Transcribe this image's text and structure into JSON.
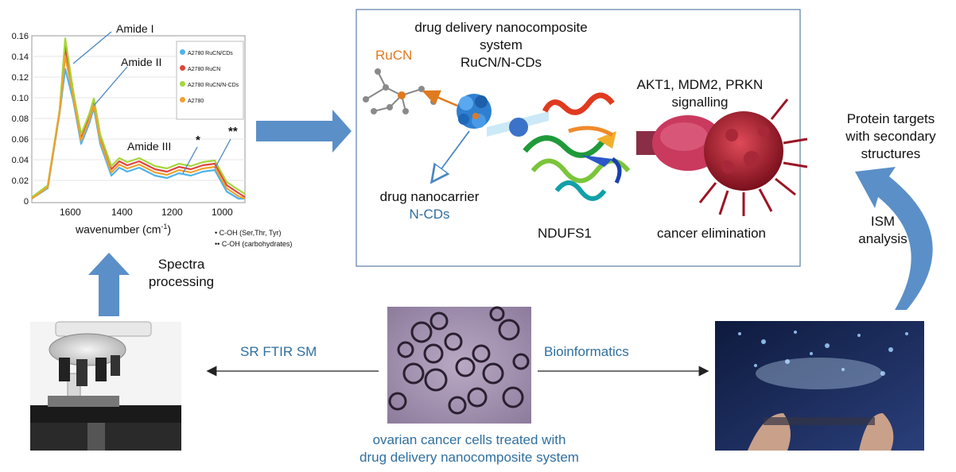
{
  "spectrum": {
    "y_ticks": [
      "0.16",
      "0.14",
      "0.12",
      "0.10",
      "0.08",
      "0.06",
      "0.04",
      "0.02",
      "0"
    ],
    "x_ticks": [
      "1600",
      "1400",
      "1200",
      "1000"
    ],
    "x_axis_label": "wavenumber (cm",
    "x_axis_sup": "-1",
    "x_axis_close": ")",
    "annotations": {
      "amide1": "Amide I",
      "amide2": "Amide II",
      "amide3": "Amide III",
      "star1": "*",
      "star2": "**"
    },
    "legend": [
      {
        "name": "A2780 RuCN/CDs",
        "color": "#4fb3e8"
      },
      {
        "name": "A2780 RuCN",
        "color": "#e0443c"
      },
      {
        "name": "A2780 RuCN/N-CDs",
        "color": "#a6d63c"
      },
      {
        "name": "A2780",
        "color": "#f0a030"
      }
    ],
    "footnote1": "C-OH (Ser,Thr, Tyr)",
    "footnote2": "C-OH (carbohydrates)"
  },
  "steps": {
    "spectra_processing": "Spectra\nprocessing",
    "sr_ftir": "SR FTIR SM",
    "bioinformatics": "Bioinformatics",
    "ism_analysis": "ISM\nanalysis",
    "protein_targets": "Protein targets\nwith secondary\nstructures",
    "cells_caption": "ovarian cancer cells treated with\ndrug delivery nanocomposite system"
  },
  "panel": {
    "title": "drug delivery nanocomposite\nsystem\nRuCN/N-CDs",
    "rucn": "RuCN",
    "nanocarrier_1": "drug nanocarrier",
    "nanocarrier_2": "N-CDs",
    "ndufs1": "NDUFS1",
    "signalling": "AKT1, MDM2, PRKN\nsignalling",
    "cancer_elim": "cancer elimination"
  },
  "colors": {
    "arrow_blue": "#4a86c2",
    "rucn_orange": "#e07a1f",
    "text_blue": "#2f6f9f"
  }
}
